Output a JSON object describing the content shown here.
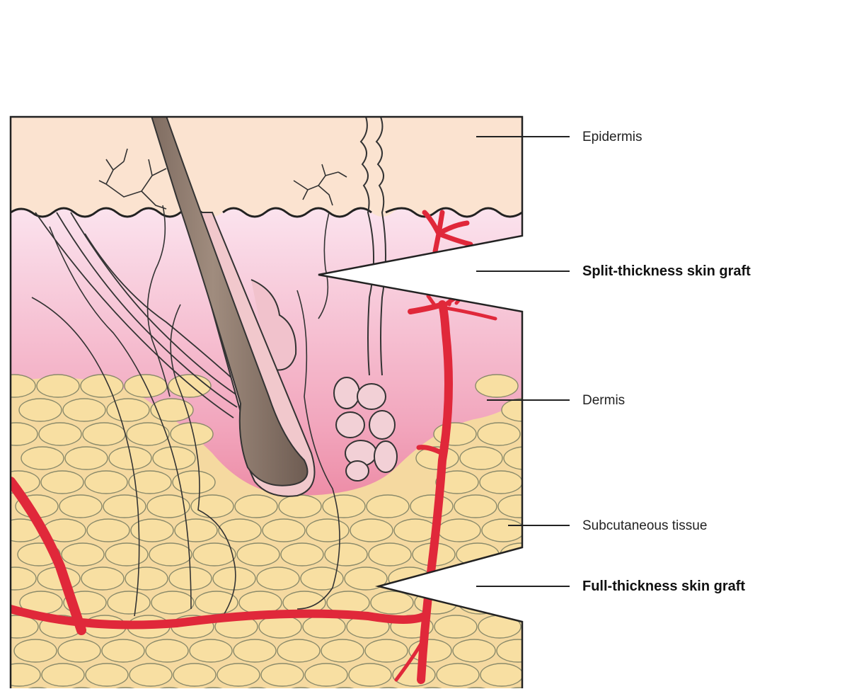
{
  "labels": {
    "epidermis": "Epidermis",
    "split_thickness": "Split-thickness skin graft",
    "dermis": "Dermis",
    "subcutaneous": "Subcutaneous tissue",
    "full_thickness": "Full-thickness skin graft"
  },
  "colors": {
    "epidermis": "#fbe3d0",
    "dermis_light": "#f7d6e0",
    "dermis_deep": "#e04a6c",
    "fat": "#f8dfa2",
    "vessel": "#e0283a",
    "hair": "#8a7568",
    "outline": "#222222"
  }
}
